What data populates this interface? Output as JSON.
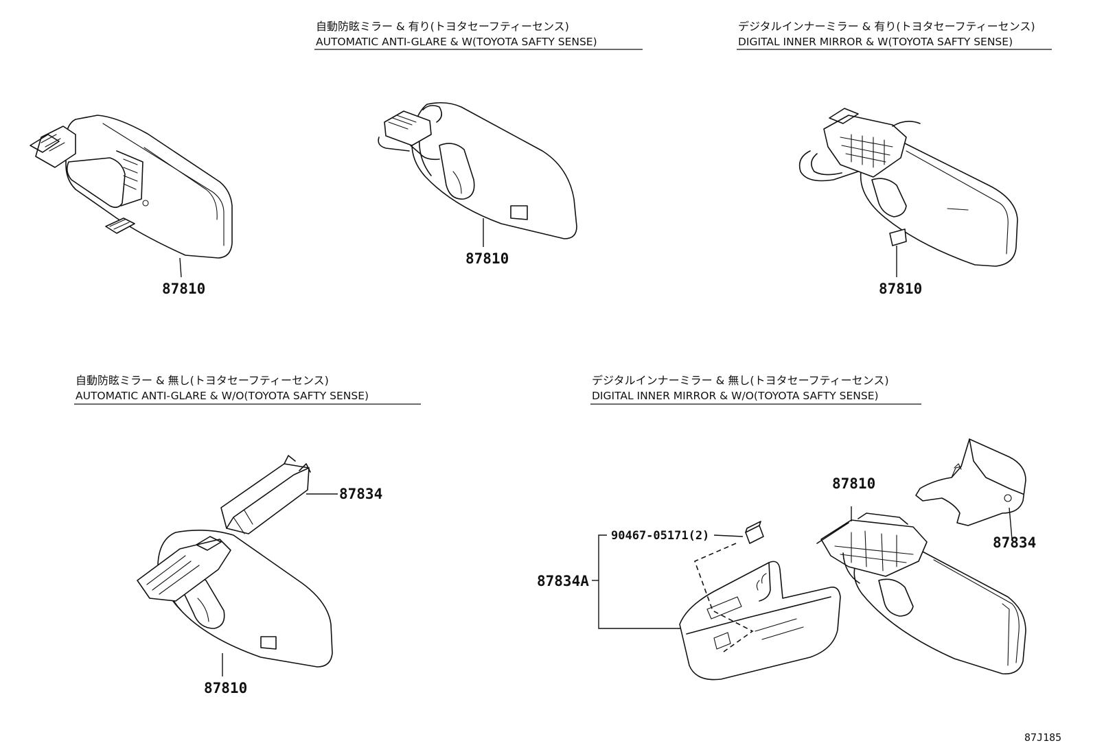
{
  "captions": [
    {
      "id": "aag-with",
      "jp": "自動防眩ミラー & 有り(トヨタセーフティーセンス)",
      "en": "AUTOMATIC ANTI-GLARE & W(TOYOTA SAFTY SENSE)"
    },
    {
      "id": "dim-with",
      "jp": "デジタルインナーミラー & 有り(トヨタセーフティーセンス)",
      "en": "DIGITAL INNER MIRROR & W(TOYOTA SAFTY SENSE)"
    },
    {
      "id": "aag-without",
      "jp": "自動防眩ミラー & 無し(トヨタセーフティーセンス)",
      "en": "AUTOMATIC ANTI-GLARE & W/O(TOYOTA SAFTY SENSE)"
    },
    {
      "id": "dim-without",
      "jp": "デジタルインナーミラー & 無し(トヨタセーフティーセンス)",
      "en": "DIGITAL INNER MIRROR & W/O(TOYOTA SAFTY SENSE)"
    }
  ],
  "parts": {
    "mirror_base": "87810",
    "mirror_aag_with": "87810",
    "mirror_dim_with": "87810",
    "mirror_aag_without": "87810",
    "cover_aag_without": "87834",
    "mirror_dim_without": "87810",
    "cover_dim_without": "87834",
    "cover_assembly": "87834A",
    "clip": "90467-05171(2)"
  },
  "diagram_ref": "87J185"
}
